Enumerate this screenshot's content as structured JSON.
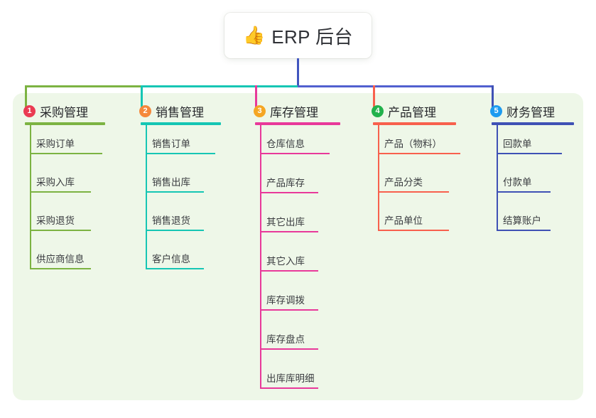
{
  "title": {
    "icon": "thumbs-up-emoji",
    "emoji": "👍",
    "text": "ERP 后台"
  },
  "colors": {
    "panel_background": "#eef7e8",
    "page_background": "#ffffff",
    "title_card_background": "#ffffff",
    "center_stem": "#4055bf",
    "trunk_left": "#7cb342",
    "trunk_mid": "#00c4b4",
    "trunk_right": "#5160cf",
    "text_dark": "#2f3136"
  },
  "columns": [
    {
      "number": "1",
      "label": "采购管理",
      "badge_color": "#ea3b52",
      "line_color": "#7cb342",
      "items": [
        "采购订单",
        "采购入库",
        "采购退货",
        "供应商信息"
      ]
    },
    {
      "number": "2",
      "label": "销售管理",
      "badge_color": "#f5883b",
      "line_color": "#16c6b4",
      "items": [
        "销售订单",
        "销售出库",
        "销售退货",
        "客户信息"
      ]
    },
    {
      "number": "3",
      "label": "库存管理",
      "badge_color": "#f5a623",
      "line_color": "#e8399a",
      "items": [
        "仓库信息",
        "产品库存",
        "其它出库",
        "其它入库",
        "库存调拨",
        "库存盘点",
        "出库库明细"
      ]
    },
    {
      "number": "4",
      "label": "产品管理",
      "badge_color": "#22b14c",
      "line_color": "#f8604d",
      "items": [
        "产品（物料）",
        "产品分类",
        "产品单位"
      ]
    },
    {
      "number": "5",
      "label": "财务管理",
      "badge_color": "#1d9bf0",
      "line_color": "#3f51b5",
      "items": [
        "回款单",
        "付款单",
        "结算账户"
      ]
    }
  ],
  "layout": {
    "column_x": [
      33,
      196,
      357,
      523,
      690
    ],
    "head_rule_width": [
      113,
      113,
      120,
      117,
      116
    ],
    "item_gap": [
      54,
      54,
      55,
      54,
      54
    ],
    "item_width": [
      86,
      82,
      82,
      100,
      76
    ],
    "drop_color": [
      "#7cb342",
      "#16c6b4",
      "#e8399a",
      "#f8604d",
      "#3f51b5"
    ]
  }
}
